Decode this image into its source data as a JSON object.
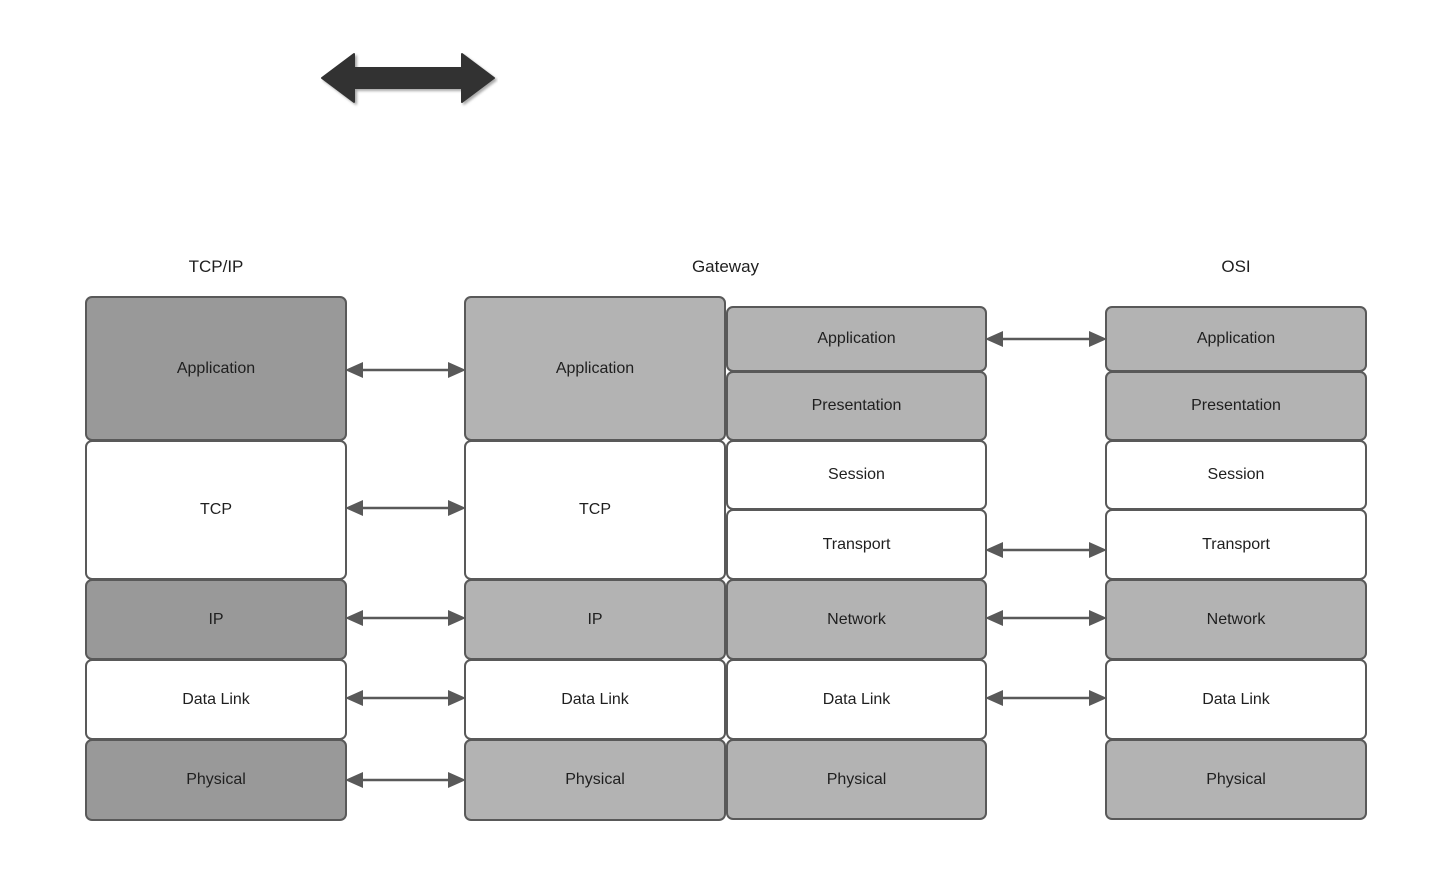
{
  "diagram": {
    "title_tcpip": "TCP/IP",
    "title_gateway": "Gateway",
    "title_osi": "OSI",
    "colors": {
      "fill_dark_gray": "#999999",
      "fill_mid_gray": "#b3b3b3",
      "fill_white": "#ffffff",
      "stroke": "#595959",
      "text": "#1f1f1f",
      "block_arrow": "#333333"
    },
    "columns": [
      {
        "name": "tcpip",
        "header": "TCP/IP",
        "layers": [
          {
            "label": "Application",
            "fill": "dark"
          },
          {
            "label": "TCP",
            "fill": "white"
          },
          {
            "label": "IP",
            "fill": "dark"
          },
          {
            "label": "Data Link",
            "fill": "white"
          },
          {
            "label": "Physical",
            "fill": "dark"
          }
        ]
      },
      {
        "name": "gateway-left",
        "header": "Gateway",
        "layers": [
          {
            "label": "Application",
            "fill": "mid"
          },
          {
            "label": "TCP",
            "fill": "white"
          },
          {
            "label": "IP",
            "fill": "mid"
          },
          {
            "label": "Data Link",
            "fill": "white"
          },
          {
            "label": "Physical",
            "fill": "mid"
          }
        ]
      },
      {
        "name": "gateway-right",
        "header": "",
        "layers": [
          {
            "label": "Application",
            "fill": "mid"
          },
          {
            "label": "Presentation",
            "fill": "mid"
          },
          {
            "label": "Session",
            "fill": "white"
          },
          {
            "label": "Transport",
            "fill": "white"
          },
          {
            "label": "Network",
            "fill": "mid"
          },
          {
            "label": "Data Link",
            "fill": "white"
          },
          {
            "label": "Physical",
            "fill": "mid"
          }
        ]
      },
      {
        "name": "osi",
        "header": "OSI",
        "layers": [
          {
            "label": "Application",
            "fill": "mid"
          },
          {
            "label": "Presentation",
            "fill": "mid"
          },
          {
            "label": "Session",
            "fill": "white"
          },
          {
            "label": "Transport",
            "fill": "white"
          },
          {
            "label": "Network",
            "fill": "mid"
          },
          {
            "label": "Data Link",
            "fill": "white"
          },
          {
            "label": "Physical",
            "fill": "mid"
          }
        ]
      }
    ],
    "connectors_left": [
      {
        "pairs": "Application-Application"
      },
      {
        "pairs": "TCP-TCP"
      },
      {
        "pairs": "IP-IP"
      },
      {
        "pairs": "Data Link-Data Link"
      },
      {
        "pairs": "Physical-Physical"
      }
    ],
    "connectors_right": [
      {
        "pairs": "Application-Application"
      },
      {
        "pairs": "Transport-Transport"
      },
      {
        "pairs": "Network-Network"
      },
      {
        "pairs": "Data Link-Data Link"
      }
    ],
    "top_arrow": {
      "name": "double-headed-block-arrow"
    }
  }
}
